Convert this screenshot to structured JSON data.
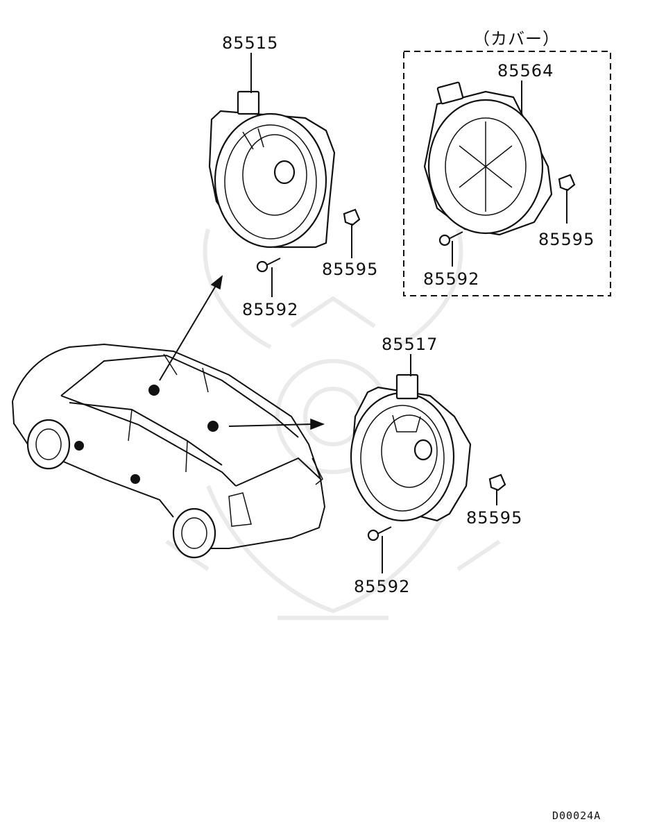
{
  "diagram": {
    "group_title": "（カバー）",
    "drawing_code": "D00024A",
    "front_speaker": {
      "speaker_part": "85515",
      "nut_part": "85595",
      "screw_part": "85592"
    },
    "cover_group": {
      "speaker_part": "85564",
      "nut_part": "85595",
      "screw_part": "85592"
    },
    "rear_speaker": {
      "speaker_part": "85517",
      "nut_part": "85595",
      "screw_part": "85592"
    }
  }
}
